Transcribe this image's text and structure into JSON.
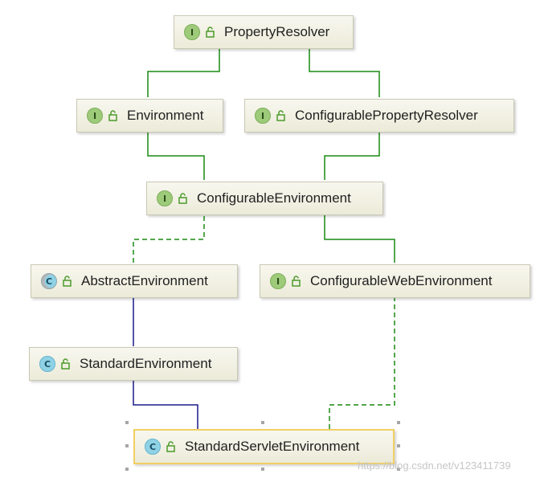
{
  "nodes": {
    "property_resolver": {
      "label": "PropertyResolver",
      "badge": "I",
      "kind": "interface"
    },
    "environment": {
      "label": "Environment",
      "badge": "I",
      "kind": "interface"
    },
    "configurable_property_resolver": {
      "label": "ConfigurablePropertyResolver",
      "badge": "I",
      "kind": "interface"
    },
    "configurable_environment": {
      "label": "ConfigurableEnvironment",
      "badge": "I",
      "kind": "interface"
    },
    "abstract_environment": {
      "label": "AbstractEnvironment",
      "badge": "C",
      "kind": "abstract-class"
    },
    "configurable_web_environment": {
      "label": "ConfigurableWebEnvironment",
      "badge": "I",
      "kind": "interface"
    },
    "standard_environment": {
      "label": "StandardEnvironment",
      "badge": "C",
      "kind": "class"
    },
    "standard_servlet_environment": {
      "label": "StandardServletEnvironment",
      "badge": "C",
      "kind": "class",
      "selected": true
    }
  },
  "relations": [
    {
      "from": "Environment",
      "to": "PropertyResolver",
      "type": "extends"
    },
    {
      "from": "ConfigurablePropertyResolver",
      "to": "PropertyResolver",
      "type": "extends"
    },
    {
      "from": "ConfigurableEnvironment",
      "to": "Environment",
      "type": "extends"
    },
    {
      "from": "ConfigurableEnvironment",
      "to": "ConfigurablePropertyResolver",
      "type": "extends"
    },
    {
      "from": "AbstractEnvironment",
      "to": "ConfigurableEnvironment",
      "type": "implements"
    },
    {
      "from": "ConfigurableWebEnvironment",
      "to": "ConfigurableEnvironment",
      "type": "extends"
    },
    {
      "from": "StandardEnvironment",
      "to": "AbstractEnvironment",
      "type": "extends-class"
    },
    {
      "from": "StandardServletEnvironment",
      "to": "StandardEnvironment",
      "type": "extends-class"
    },
    {
      "from": "StandardServletEnvironment",
      "to": "ConfigurableWebEnvironment",
      "type": "implements"
    }
  ],
  "colors": {
    "interface_edge": "#1a8a12",
    "class_edge": "#1a1a8a"
  },
  "watermark": "https://blog.csdn.net/v123411739"
}
